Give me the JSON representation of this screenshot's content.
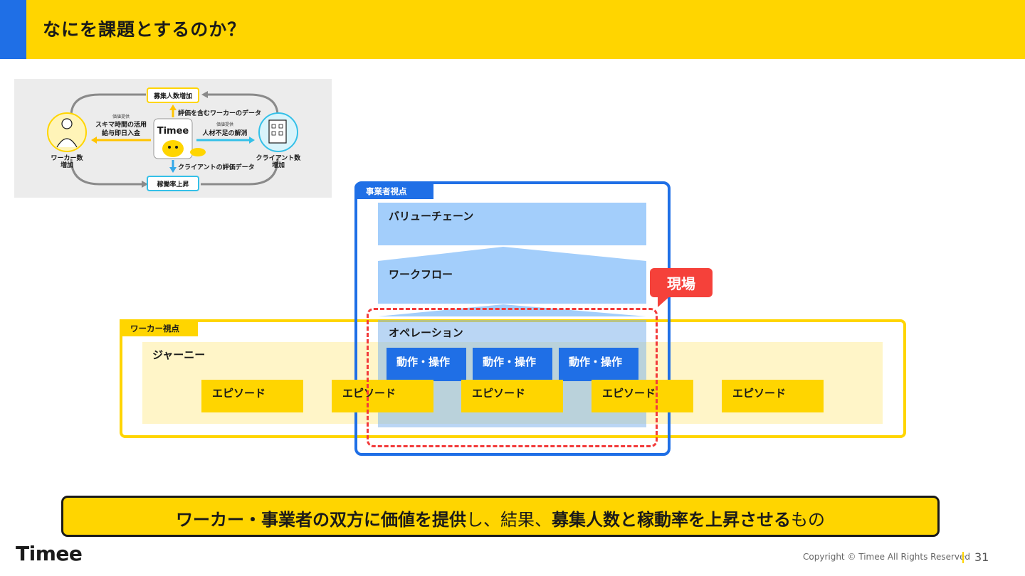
{
  "header": {
    "title": "なにを課題とするのか？",
    "accent_color": "#1F6FE6",
    "bar_color": "#FFD500"
  },
  "thumbnail": {
    "top_box": "募集人数増加",
    "bottom_box": "稼働率上昇",
    "center_logo": "Timee",
    "up_arrow_label": "評価を含むワーカーのデータ",
    "down_arrow_label": "クライアントの評価データ",
    "left_small": "価値提供",
    "left_line1": "スキマ時間の活用",
    "left_line2": "給与即日入金",
    "right_small": "価値提供",
    "right_line1": "人材不足の解消",
    "worker_label_1": "ワーカー数",
    "worker_label_2": "増加",
    "client_label_1": "クライアント数",
    "client_label_2": "増加"
  },
  "worker_view": {
    "tag": "ワーカー視点",
    "journey": "ジャーニー",
    "episodes": [
      "エピソード",
      "エピソード",
      "エピソード",
      "エピソード",
      "エピソード"
    ]
  },
  "business_view": {
    "tag": "事業者視点",
    "value_chain": "バリューチェーン",
    "workflow": "ワークフロー",
    "operation": "オペレーション",
    "actions": [
      "動作・操作",
      "動作・操作",
      "動作・操作"
    ]
  },
  "genba": {
    "label": "現場",
    "color": "#F5413A"
  },
  "summary": {
    "part1": "ワーカー・事業者の双方に価値を提供",
    "part2": "し、結果、",
    "part3": "募集人数と稼動率を上昇させる",
    "part4": "もの"
  },
  "footer": {
    "logo": "Timee",
    "copyright": "Copyright © Timee All Rights Reserved",
    "page": "31"
  }
}
